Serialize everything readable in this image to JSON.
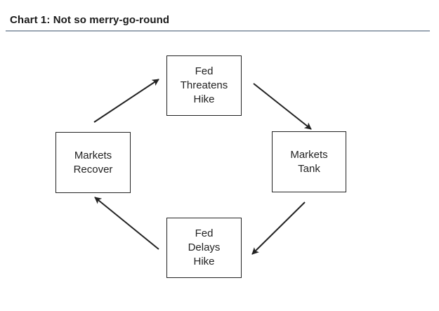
{
  "header": {
    "title": "Chart 1: Not so merry-go-round"
  },
  "diagram": {
    "nodes": [
      {
        "id": "fed-threatens-hike",
        "label": "Fed\nThreatens\nHike"
      },
      {
        "id": "markets-tank",
        "label": "Markets\nTank"
      },
      {
        "id": "fed-delays-hike",
        "label": "Fed\nDelays\nHike"
      },
      {
        "id": "markets-recover",
        "label": "Markets\nRecover"
      }
    ],
    "edges": [
      {
        "from": "fed-threatens-hike",
        "to": "markets-tank"
      },
      {
        "from": "markets-tank",
        "to": "fed-delays-hike"
      },
      {
        "from": "fed-delays-hike",
        "to": "markets-recover"
      },
      {
        "from": "markets-recover",
        "to": "fed-threatens-hike"
      }
    ],
    "line_color": "#222222",
    "rule_color": "#9aa6b3"
  }
}
